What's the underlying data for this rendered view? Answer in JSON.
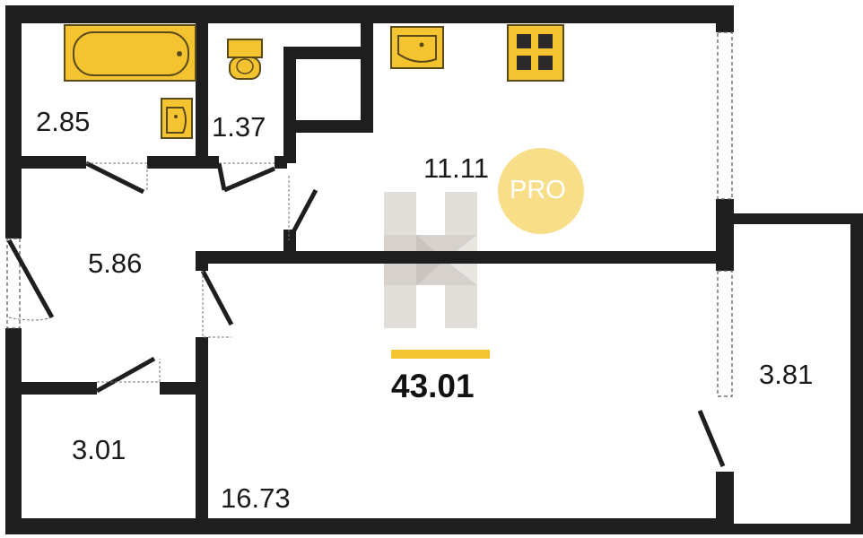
{
  "floorplan": {
    "total_area": "43.01",
    "badge_text": "PRO",
    "rooms": [
      {
        "id": "bathroom",
        "area": "2.85"
      },
      {
        "id": "toilet",
        "area": "1.37"
      },
      {
        "id": "kitchen",
        "area": "11.11"
      },
      {
        "id": "hallway",
        "area": "5.86"
      },
      {
        "id": "storage",
        "area": "3.01"
      },
      {
        "id": "living-room",
        "area": "16.73"
      },
      {
        "id": "balcony",
        "area": "3.81"
      }
    ],
    "colors": {
      "wall": "#1e1e1e",
      "fixture_fill": "#f4c430",
      "fixture_stroke": "#5a4a1a",
      "badge": "#f7d66b",
      "accent_bar": "#f4c430",
      "watermark": "#b8b0a8"
    },
    "icons": [
      "bathtub-icon",
      "toilet-icon",
      "sink-icon",
      "stove-icon",
      "watermark-logo-icon"
    ]
  }
}
